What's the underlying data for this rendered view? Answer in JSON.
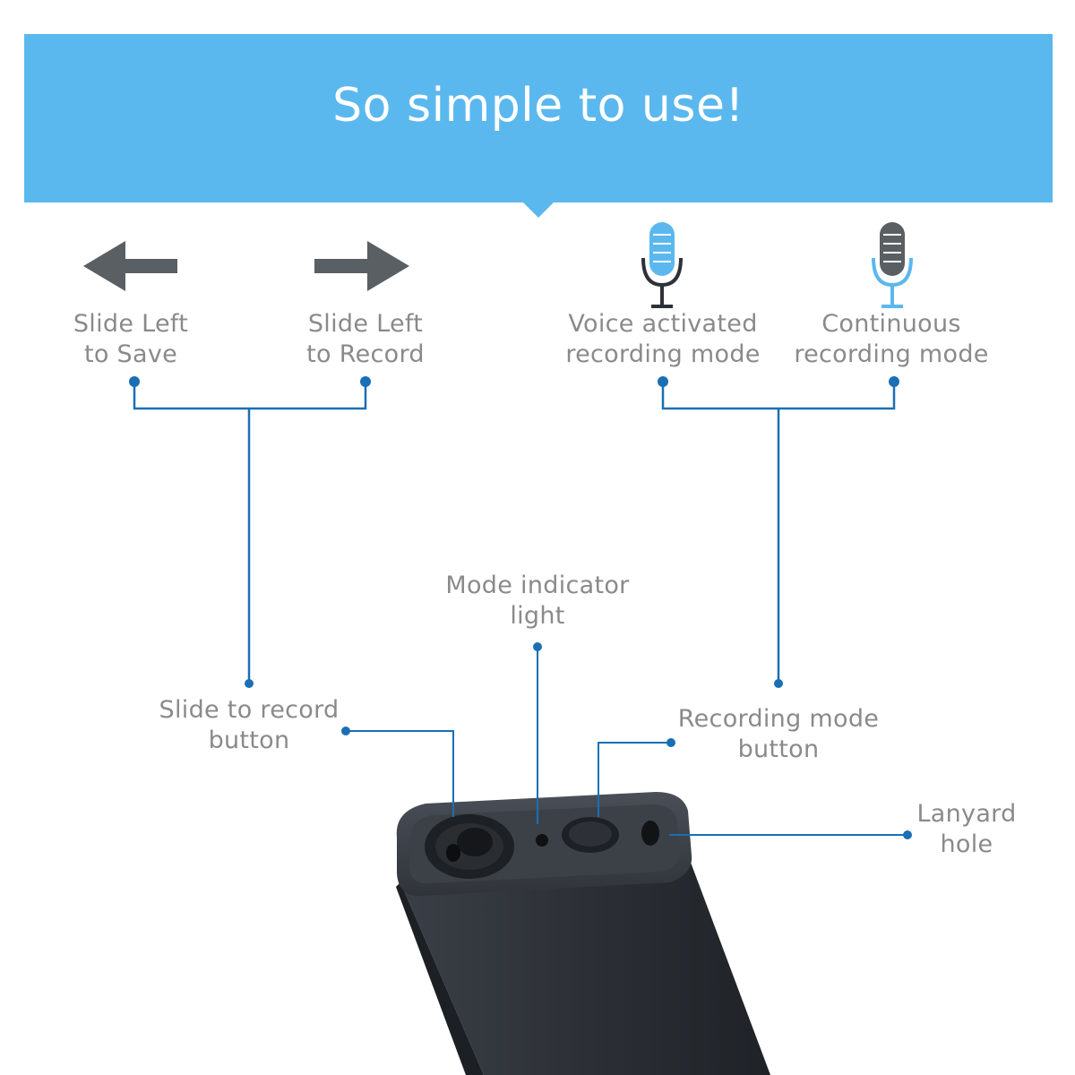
{
  "banner": {
    "title": "So simple to use!",
    "color": "#5bb8ee"
  },
  "features": {
    "slide_save": {
      "line1": "Slide Left",
      "line2": "to Save",
      "icon": "arrow-left-icon"
    },
    "slide_record": {
      "line1": "Slide Left",
      "line2": "to Record",
      "icon": "arrow-right-icon"
    },
    "voice_mode": {
      "line1": "Voice activated",
      "line2": "recording mode",
      "icon": "microphone-icon"
    },
    "continuous_mode": {
      "line1": "Continuous",
      "line2": "recording mode",
      "icon": "microphone-icon"
    }
  },
  "callouts": {
    "slide_button": {
      "line1": "Slide to record",
      "line2": "button"
    },
    "indicator": {
      "line1": "Mode indicator",
      "line2": "light"
    },
    "mode_button": {
      "line1": "Recording mode",
      "line2": "button"
    },
    "lanyard": {
      "line1": "Lanyard",
      "line2": "hole"
    }
  },
  "colors": {
    "connector": "#1a6fb5",
    "icon_gray": "#5a5f63",
    "icon_blue": "#5bb8ee",
    "text": "#8a8a8a",
    "device": "#2e3238"
  }
}
